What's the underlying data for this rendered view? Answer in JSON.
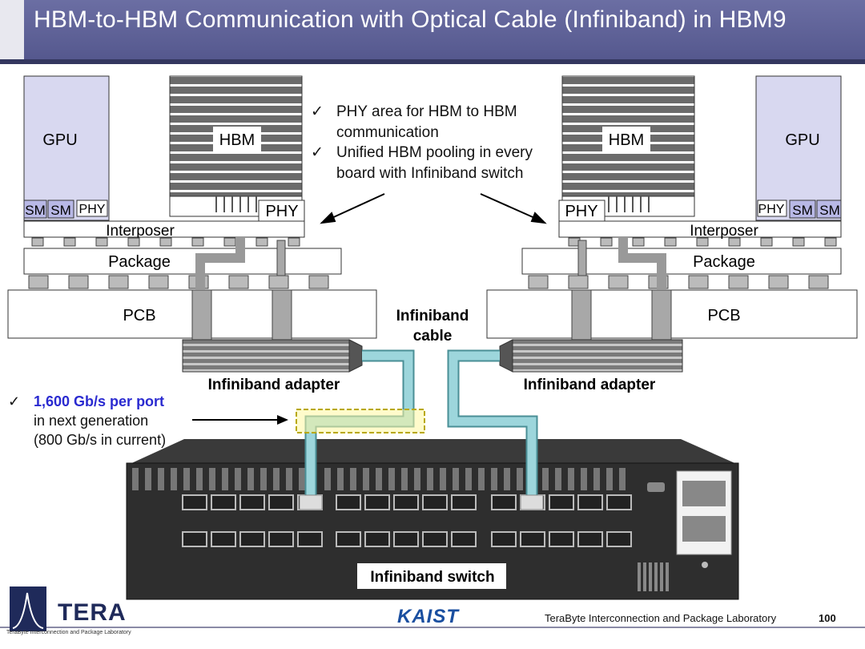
{
  "title": "HBM-to-HBM Communication with Optical Cable (Infiniband) in HBM9",
  "labels": {
    "gpu": "GPU",
    "hbm": "HBM",
    "phy": "PHY",
    "sm": "SM",
    "interposer": "Interposer",
    "package": "Package",
    "pcb": "PCB",
    "cable_line1": "Infiniband",
    "cable_line2": "cable",
    "adapter": "Infiniband adapter",
    "switch": "Infiniband switch"
  },
  "bullets_top": [
    {
      "check": "✓",
      "line1": "PHY area for HBM to HBM",
      "line2": "communication"
    },
    {
      "check": "✓",
      "line1": "Unified HBM pooling in every",
      "line2": "board with Infiniband switch"
    }
  ],
  "bullet_left": {
    "check": "✓",
    "highlight": "1,600 Gb/s per port",
    "line2": "in next generation",
    "line3": "(800 Gb/s in current)"
  },
  "footer": {
    "lab": "TeraByte Interconnection and Package Laboratory",
    "page": "100",
    "logo_word": "TERA",
    "logo_sub": "TeraByte Interconnection and Package Laboratory",
    "kaist": "KAIST"
  },
  "colors": {
    "title_bg": "#5f6299",
    "gpu_fill": "#d8d8f0",
    "sm_fill": "#b8b8e6",
    "cable": "#9dd6dc",
    "highlight_box": "#fff7a0",
    "highlight_text": "#2a2ad0",
    "switch_body": "#2e2e2e"
  }
}
